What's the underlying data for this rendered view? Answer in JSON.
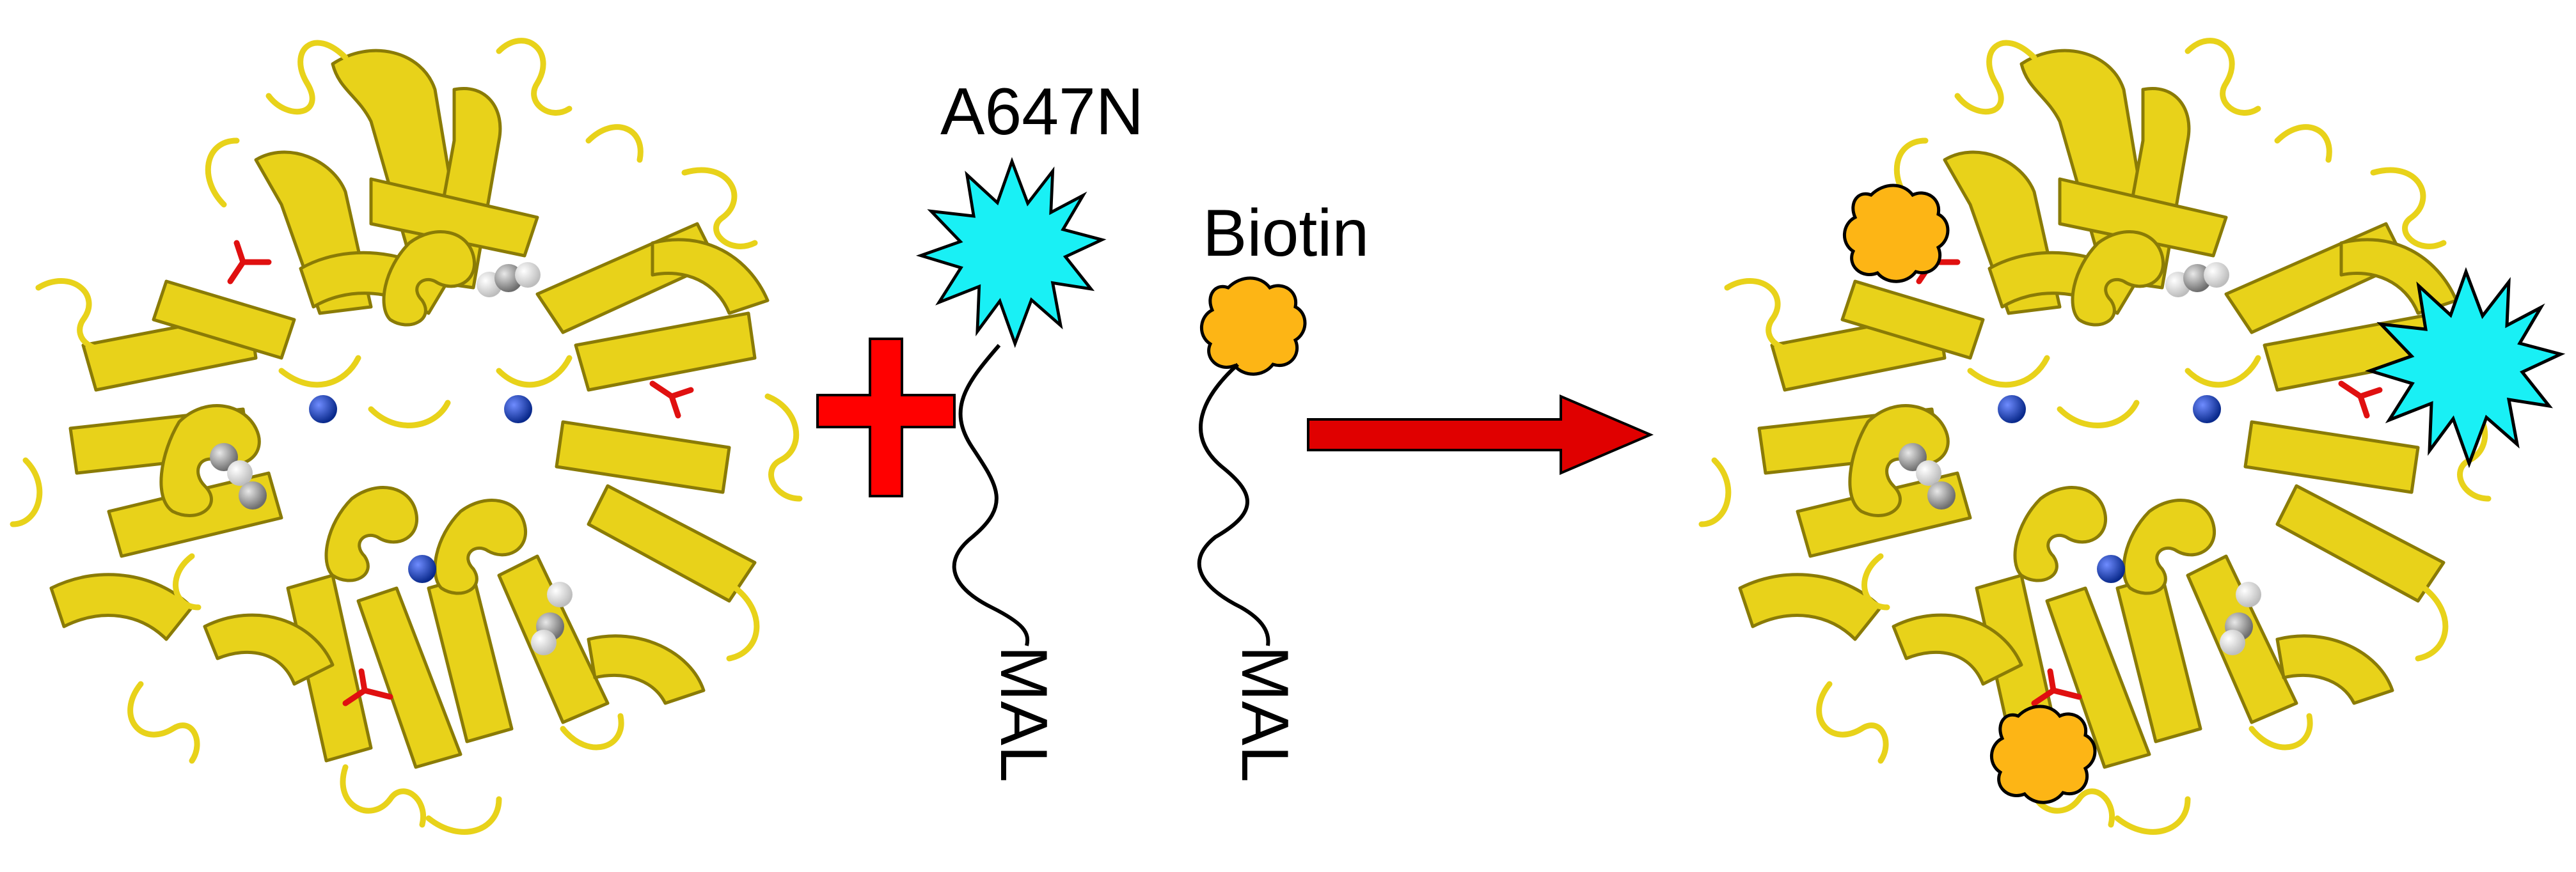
{
  "labels": {
    "dye": "A647N",
    "biotin": "Biotin",
    "maleimide_1": "MAL",
    "maleimide_2": "MAL"
  },
  "colors": {
    "protein": "#E8D21A",
    "protein_dark": "#A8960A",
    "dye_star": "#19F0F5",
    "biotin_blob": "#FDB515",
    "plus_sign": "#FF0000",
    "arrow": "#E00000",
    "metal_blue": "#0A2A8C",
    "atom_grey": "#9A9A9A",
    "atom_white": "#EDEDED",
    "cysteine_red": "#E01010"
  },
  "icons": {
    "protein": "trimeric-protein-ribbon-icon",
    "dye": "fluorophore-star-icon",
    "biotin": "biotin-blob-icon",
    "plus": "plus-icon",
    "arrow": "reaction-arrow-icon"
  }
}
